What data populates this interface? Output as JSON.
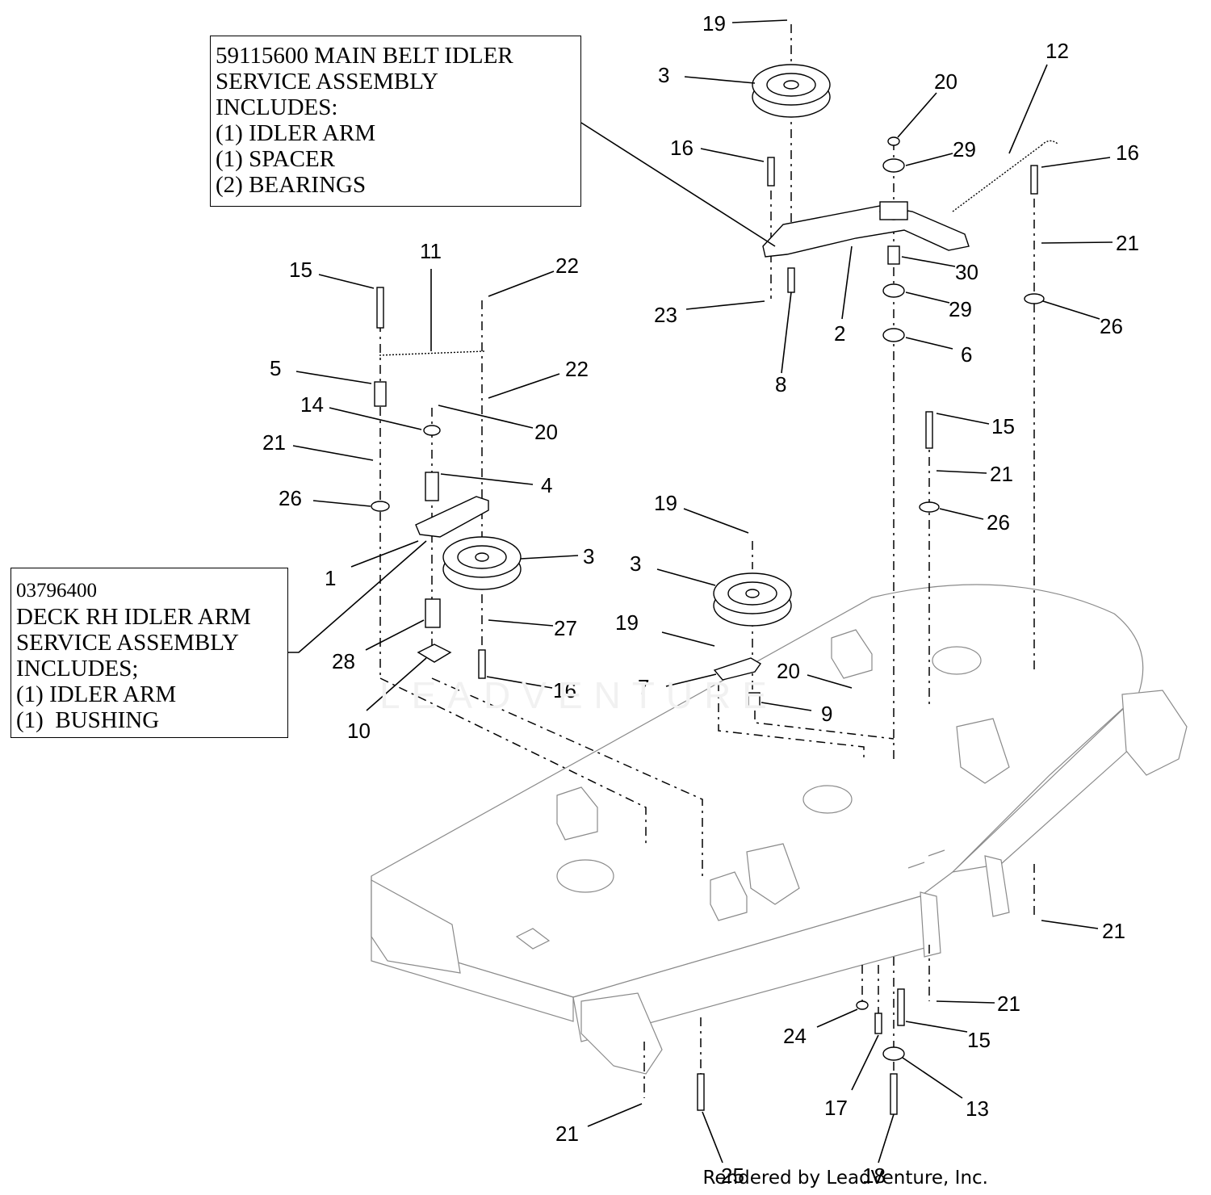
{
  "callouts": [
    {
      "lines": [
        "59115600 MAIN BELT IDLER",
        "SERVICE ASSEMBLY",
        "INCLUDES:",
        "(1) IDLER ARM",
        "(1) SPACER",
        "(2) BEARINGS"
      ]
    },
    {
      "lines": [
        "03796400",
        "DECK RH IDLER ARM",
        "SERVICE ASSEMBLY",
        "INCLUDES;",
        "(1) IDLER ARM",
        "(1)  BUSHING"
      ]
    }
  ],
  "labels": [
    "19",
    "3",
    "20",
    "12",
    "16",
    "29",
    "16",
    "21",
    "30",
    "29",
    "23",
    "8",
    "2",
    "6",
    "26",
    "11",
    "15",
    "22",
    "5",
    "22",
    "14",
    "20",
    "21",
    "4",
    "26",
    "1",
    "3",
    "28",
    "27",
    "16",
    "10",
    "19",
    "3",
    "19",
    "7",
    "20",
    "9",
    "15",
    "21",
    "26",
    "21",
    "21",
    "24",
    "15",
    "17",
    "13",
    "21",
    "25",
    "18"
  ],
  "watermark": "LEADVENTURE",
  "footer": "Rendered by LeadVenture, Inc."
}
